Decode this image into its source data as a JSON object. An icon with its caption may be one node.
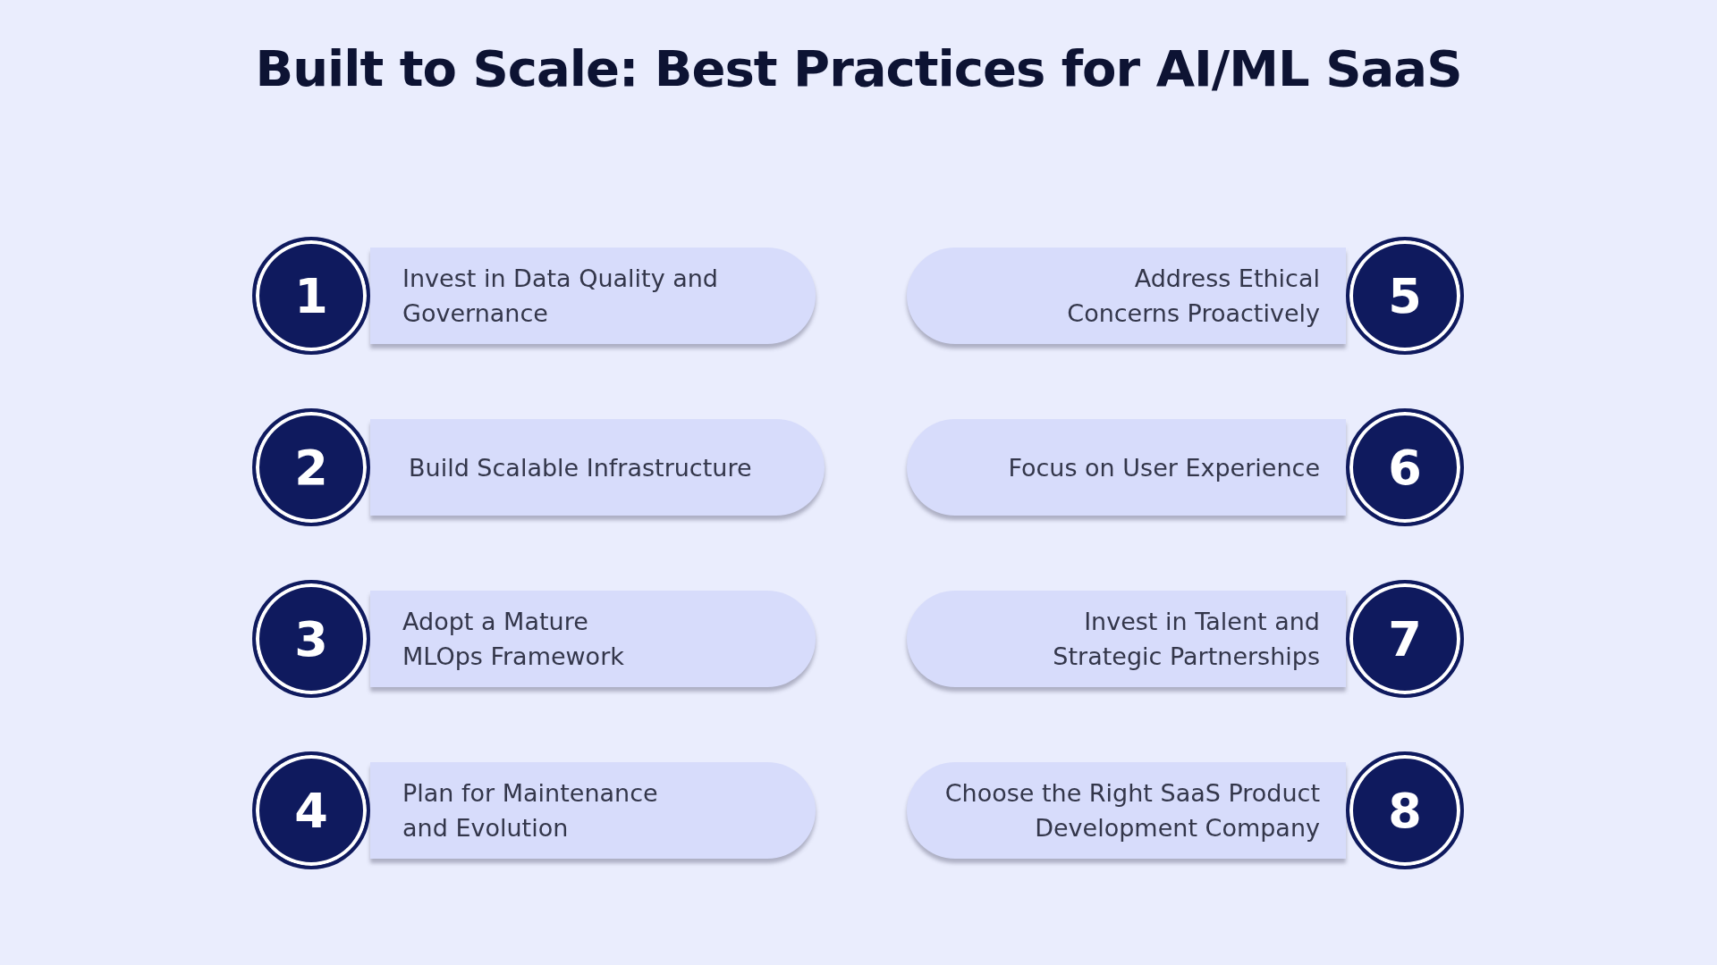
{
  "diagram": {
    "title": "Built to Scale: Best Practices for AI/ML SaaS",
    "nodes": [
      {
        "text": [
          "1"
        ]
      },
      {
        "text": [
          "Invest in Data Quality and Governance"
        ]
      },
      {
        "text": [
          "2"
        ]
      },
      {
        "text": [
          "Build Scalable Infrastructure"
        ]
      },
      {
        "text": [
          "3"
        ]
      },
      {
        "text": [
          "Adopt a Mature MLOps Framework"
        ]
      },
      {
        "text": [
          "4"
        ]
      },
      {
        "text": [
          "Plan for Maintenance and Evolution"
        ]
      },
      {
        "text": [
          "5"
        ]
      },
      {
        "text": [
          "Address Ethical Concerns Proactively"
        ]
      },
      {
        "text": [
          "6"
        ]
      },
      {
        "text": [
          "Focus on User Experience"
        ]
      },
      {
        "text": [
          "7"
        ]
      },
      {
        "text": [
          "Invest in Talent and Strategic Partnerships"
        ]
      },
      {
        "text": [
          "8"
        ]
      },
      {
        "text": [
          "Choose the Right SaaS Product Development Company"
        ]
      }
    ]
  }
}
